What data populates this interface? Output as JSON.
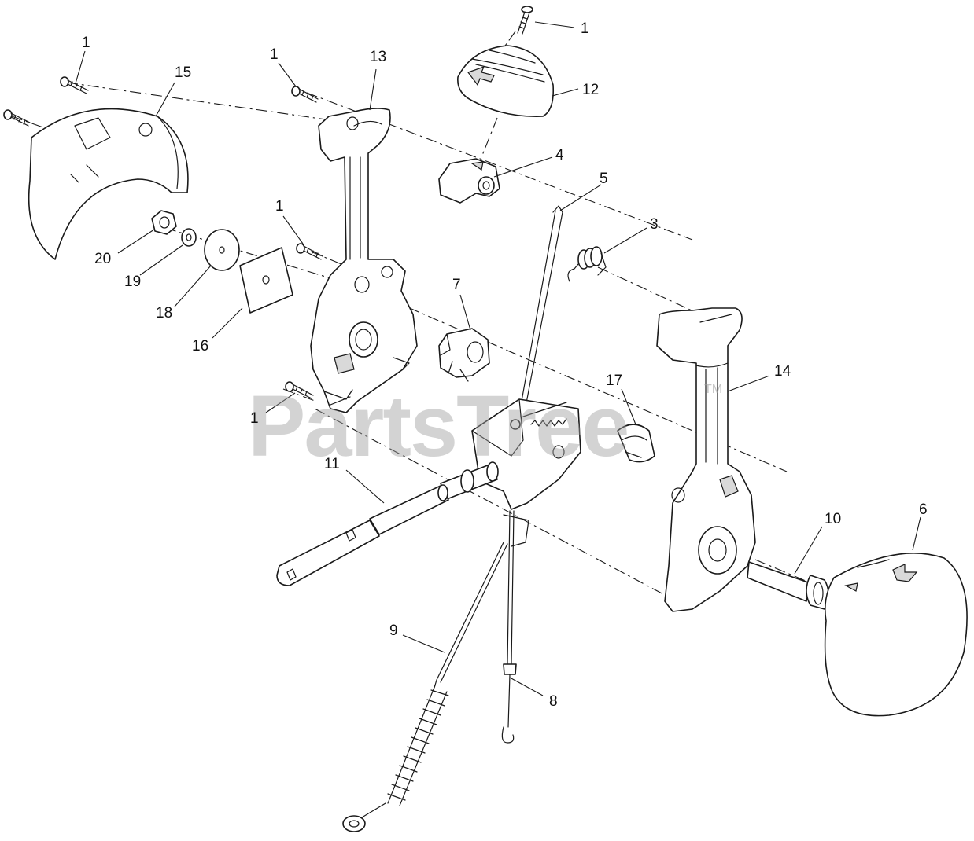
{
  "watermark": {
    "text": "PartsTree",
    "mark": "TM"
  },
  "callouts": [
    {
      "id": "c-1a",
      "text": "1"
    },
    {
      "id": "c-1b",
      "text": "1"
    },
    {
      "id": "c-1c",
      "text": "1"
    },
    {
      "id": "c-1d",
      "text": "1"
    },
    {
      "id": "c-1e",
      "text": "1"
    },
    {
      "id": "c-3",
      "text": "3"
    },
    {
      "id": "c-4",
      "text": "4"
    },
    {
      "id": "c-5",
      "text": "5"
    },
    {
      "id": "c-6",
      "text": "6"
    },
    {
      "id": "c-7",
      "text": "7"
    },
    {
      "id": "c-8",
      "text": "8"
    },
    {
      "id": "c-9",
      "text": "9"
    },
    {
      "id": "c-10",
      "text": "10"
    },
    {
      "id": "c-11",
      "text": "11"
    },
    {
      "id": "c-12",
      "text": "12"
    },
    {
      "id": "c-13",
      "text": "13"
    },
    {
      "id": "c-14",
      "text": "14"
    },
    {
      "id": "c-15",
      "text": "15"
    },
    {
      "id": "c-16",
      "text": "16"
    },
    {
      "id": "c-17",
      "text": "17"
    },
    {
      "id": "c-18",
      "text": "18"
    },
    {
      "id": "c-19",
      "text": "19"
    },
    {
      "id": "c-20",
      "text": "20"
    }
  ]
}
